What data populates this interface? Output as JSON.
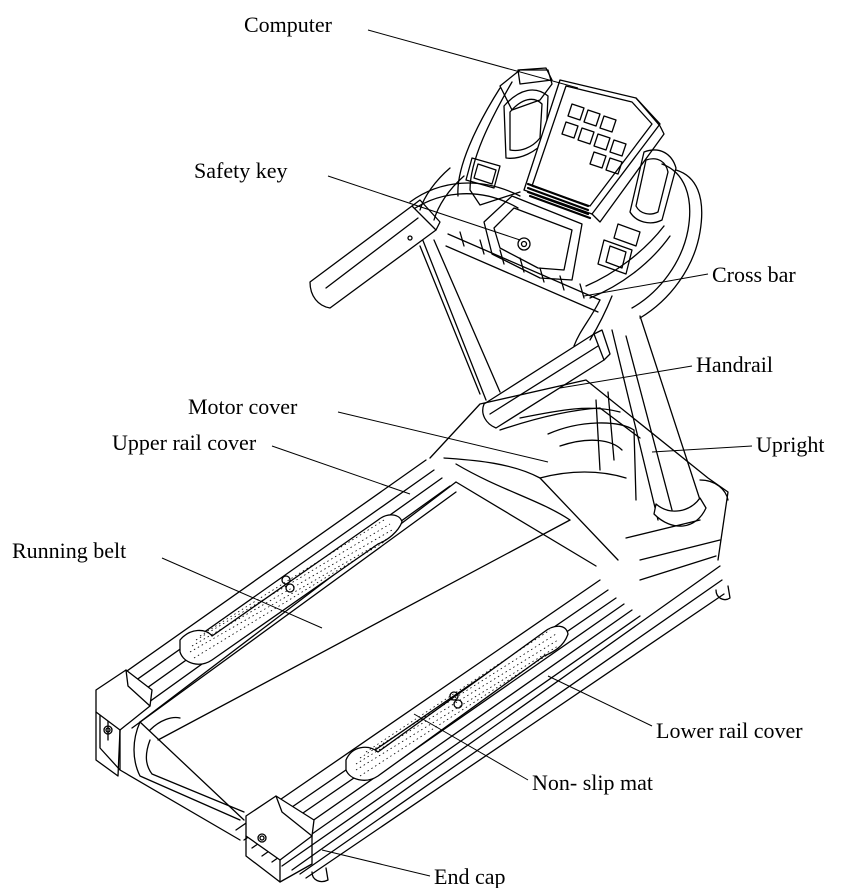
{
  "labels": {
    "computer": "Computer",
    "safety_key": "Safety key",
    "cross_bar": "Cross bar",
    "handrail": "Handrail",
    "motor_cover": "Motor cover",
    "upper_rail_cover": "Upper rail cover",
    "upright": "Upright",
    "running_belt": "Running belt",
    "lower_rail_cover": "Lower rail cover",
    "non_slip_mat": "Non- slip mat",
    "end_cap": "End cap"
  },
  "colors": {
    "line": "#000000",
    "background": "#ffffff"
  }
}
